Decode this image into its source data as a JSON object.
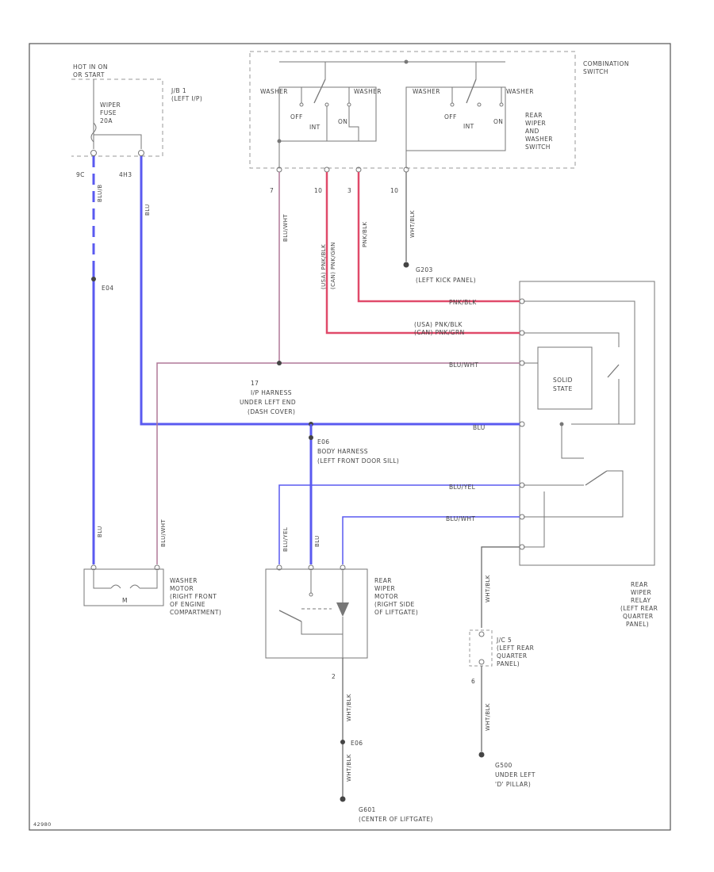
{
  "colors": {
    "frame": "#555555",
    "component": "#777777",
    "blue_wire": "#5a5af0",
    "red_wire": "#e04a6a",
    "pink_wire": "#b07898",
    "dark_wire": "#606060"
  },
  "labels": {
    "hot_in_on": "HOT IN ON",
    "or_start": "OR START",
    "jb1": "J/B 1",
    "jb1_loc": "(LEFT I/P)",
    "wiper_fuse_1": "WIPER",
    "wiper_fuse_2": "FUSE",
    "wiper_fuse_3": "20A",
    "fuse_pin_a": "9C",
    "fuse_pin_b": "4H3",
    "combination_switch_1": "COMBINATION",
    "combination_switch_2": "SWITCH",
    "washer_1": "WASHER",
    "washer_2": "WASHER",
    "washer_3": "WASHER",
    "washer_4": "WASHER",
    "off_1": "OFF",
    "int_1": "INT",
    "on_1": "ON",
    "off_2": "OFF",
    "int_2": "INT",
    "on_2": "ON",
    "rear_switch_1": "REAR",
    "rear_switch_2": "WIPER",
    "rear_switch_3": "AND",
    "rear_switch_4": "WASHER",
    "rear_switch_5": "SWITCH",
    "sw_pin_1": "7",
    "sw_pin_2": "10",
    "sw_pin_3": "3",
    "sw_pin_4": "10",
    "wire_blu_left": "BLU/B",
    "wire_blu_right": "BLU",
    "wire_blu_wht_1": "BLU/WHT",
    "wire_pnk_blk_top_1": "(USA) PNK/BLK",
    "wire_pnk_blk_top_2": "(CAN) PNK/GRN",
    "wire_pnk_blk_v": "PNK/BLK",
    "wire_wht_blk_v": "WHT/BLK",
    "g203": "G203",
    "g203_loc": "(LEFT KICK PANEL)",
    "h_pnk_blk": "PNK/BLK",
    "h_usa": "(USA)  PNK/BLK",
    "h_can": "(CAN)  PNK/GRN",
    "h_blu_wht": "BLU/WHT",
    "h_blu": "BLU",
    "h_blu_yel": "BLU/YEL",
    "h_blu_wht2": "BLU/WHT",
    "s_ip_17": "17",
    "ip_harness_1": "I/P HARNESS",
    "ip_harness_2": "UNDER LEFT END",
    "ip_harness_3": "(DASH COVER)",
    "e06_top": "E06",
    "body_harness_1": "BODY HARNESS",
    "body_harness_2": "(LEFT FRONT DOOR SILL)",
    "e04": "E04",
    "solid_state_1": "SOLID",
    "solid_state_2": "STATE",
    "relay_1": "REAR",
    "relay_2": "WIPER",
    "relay_3": "RELAY",
    "relay_4": "(LEFT REAR",
    "relay_5": "QUARTER",
    "relay_6": "PANEL)",
    "washer_motor_1": "WASHER",
    "washer_motor_2": "MOTOR",
    "washer_motor_3": "(RIGHT FRONT",
    "washer_motor_4": "OF ENGINE",
    "washer_motor_5": "COMPARTMENT)",
    "wm_wire_a": "BLU",
    "wm_wire_b": "BLU/WHT",
    "rwm_wire_a": "BLU/YEL",
    "rwm_wire_b": "BLU",
    "rear_motor_1": "REAR",
    "rear_motor_2": "WIPER",
    "rear_motor_3": "MOTOR",
    "rear_motor_4": "(RIGHT SIDE",
    "rear_motor_5": "OF LIFTGATE)",
    "motor_pin": "2",
    "rm_ground_wire": "WHT/BLK",
    "e06_bottom": "E06",
    "rm_ground_wire2": "WHT/BLK",
    "g601": "G601",
    "g601_loc": "(CENTER OF LIFTGATE)",
    "relay_ground_wire": "WHT/BLK",
    "jc5_1": "J/C 5",
    "jc5_2": "(LEFT REAR",
    "jc5_3": "QUARTER",
    "jc5_4": "PANEL)",
    "jc_pin": "6",
    "jc_wire2": "WHT/BLK",
    "g500": "G500",
    "g500_loc_1": "UNDER LEFT",
    "g500_loc_2": "'D' PILLAR)",
    "diagram_id": "42980"
  }
}
